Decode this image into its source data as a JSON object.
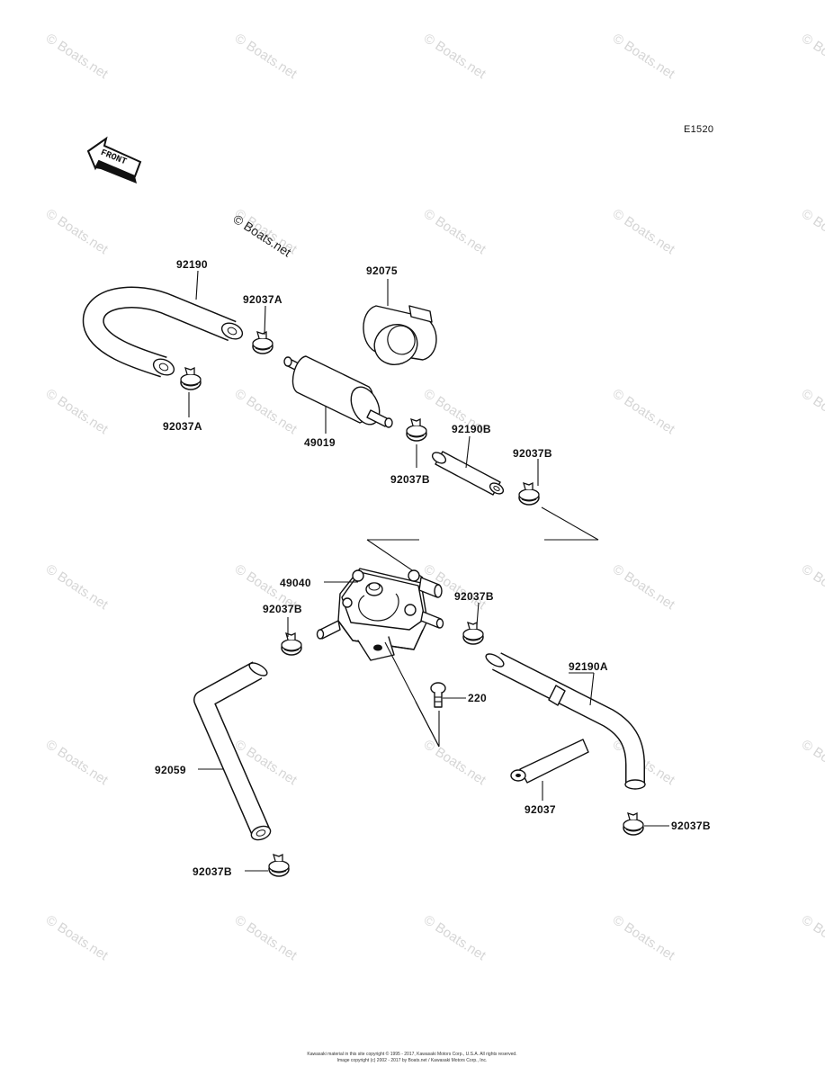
{
  "diagram_code": "E1520",
  "front_label": "FRONT",
  "watermark": "© Boats.net",
  "labels": {
    "p92190": "92190",
    "p92037A_top": "92037A",
    "p92075": "92075",
    "p92037A_left": "92037A",
    "p49019": "49019",
    "p92190B": "92190B",
    "p92037B_mid": "92037B",
    "p92037B_right": "92037B",
    "p49040": "49040",
    "p92037B_pump_left": "92037B",
    "p92037B_pump_right": "92037B",
    "p220": "220",
    "p92190A": "92190A",
    "p92059": "92059",
    "p92037": "92037",
    "p92037B_bottom_right": "92037B",
    "p92037B_bottom_left": "92037B"
  },
  "footer": {
    "line1": "Kawasaki material in this site copyright © 1995 - 2017, Kawasaki Motors Corp., U.S.A. All rights reserved.",
    "line2": "Image copyright (c) 2002 - 2017 by Boats.net / Kawasaki Motors Corp., Inc."
  }
}
